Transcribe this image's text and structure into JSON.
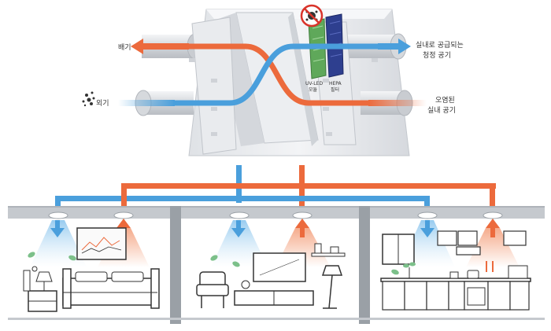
{
  "labels": {
    "exhaust": "배기",
    "outdoor_air": "외기",
    "supply_line1": "실내로 공급되는",
    "supply_line2": "청정 공기",
    "polluted_line1": "오염된",
    "polluted_line2": "실내 공기",
    "uvled_line1": "UV-LED",
    "uvled_line2": "모듈",
    "hepa_line1": "HEPA",
    "hepa_line2": "필터"
  },
  "icons": [
    "no-virus-icon",
    "dust-particles-icon"
  ],
  "colors": {
    "fresh_air": "#4a9fdc",
    "stale_air": "#ec6a3c",
    "unit_body": "#e4e6ea",
    "uv_module": "#5fa85a",
    "hepa_filter": "#2e3f8f",
    "wall": "#9aa0a6",
    "leaf": "#7cc08a"
  },
  "rooms": [
    {
      "name": "bedroom"
    },
    {
      "name": "living-room"
    },
    {
      "name": "kitchen"
    }
  ]
}
